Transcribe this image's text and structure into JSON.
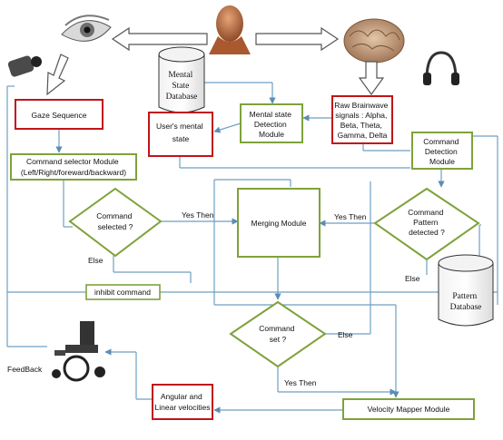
{
  "nodes": {
    "mental_state_database": [
      "Mental",
      "State",
      "Database"
    ],
    "raw_brainwave": [
      "Raw Brainwave",
      "signals : Alpha,",
      "Beta, Theta,",
      "Gamma, Delta"
    ],
    "mental_state_detection": [
      "Mental state",
      "Detection",
      "Module"
    ],
    "users_mental_state": [
      "User's mental",
      "state"
    ],
    "gaze_sequence": [
      "Gaze  Sequence"
    ],
    "command_selector": [
      "Command selector Module",
      "(Left/Right/foreward/backward)"
    ],
    "command_detection": [
      "Command",
      "Detection",
      "Module"
    ],
    "command_selected": [
      "Command",
      "selected ?"
    ],
    "merging_module": [
      "Merging Module"
    ],
    "command_pattern_detected": [
      "Command",
      "Pattern",
      "detected ?"
    ],
    "pattern_database": [
      "Pattern",
      "Database"
    ],
    "inhibit_command": [
      "inhibit command"
    ],
    "command_set": [
      "Command",
      "set ?"
    ],
    "angular_linear": [
      "Angular and",
      "Linear velocities"
    ],
    "velocity_mapper": [
      "Velocity Mapper Module"
    ]
  },
  "edge_labels": {
    "yes_then_left": "Yes Then",
    "yes_then_right": "Yes Then",
    "yes_then_bottom": "Yes Then",
    "else_selected": "Else",
    "else_pattern": "Else",
    "else_set": "Else",
    "feedback": "FeedBack"
  },
  "icons": [
    "eye-icon",
    "head-icon",
    "brain-icon",
    "eye-tracker-camera-icon",
    "eeg-headset-icon",
    "wheelchair-icon"
  ],
  "colors": {
    "line": "#6f9fc0",
    "box_red": "#c0141b",
    "box_green": "#7fa23a",
    "diamond_green": "#7fa23a",
    "arrow_outline": "#555555"
  }
}
